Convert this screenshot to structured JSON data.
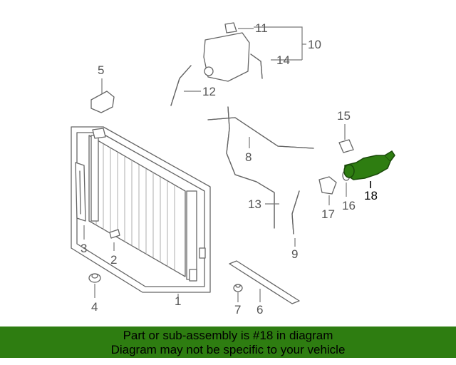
{
  "diagram": {
    "highlight_color": "#2e7d11",
    "callouts": {
      "c1": "1",
      "c2": "2",
      "c3": "3",
      "c4": "4",
      "c5": "5",
      "c6": "6",
      "c7": "7",
      "c8": "8",
      "c9": "9",
      "c10": "10",
      "c11": "11",
      "c12": "12",
      "c13": "13",
      "c14": "14",
      "c15": "15",
      "c16": "16",
      "c17": "17",
      "c18": "18"
    }
  },
  "banner": {
    "line1": "Part or sub-assembly is #18 in diagram",
    "line2": "Diagram may not be specific to your vehicle",
    "background": "#2e7d11"
  }
}
